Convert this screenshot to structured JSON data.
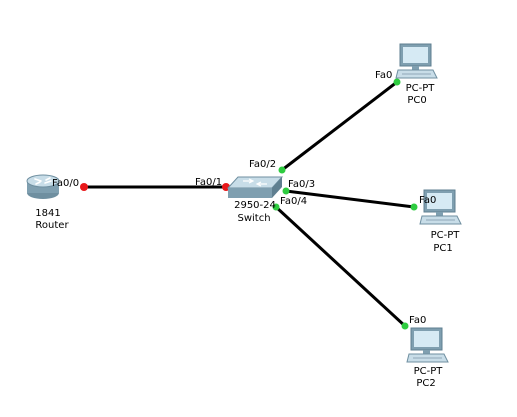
{
  "colors": {
    "link": "#000000",
    "port_up": "#2ecc40",
    "port_down": "#e8181a"
  },
  "devices": {
    "router": {
      "model": "1841",
      "name": "Router",
      "icon": "router-icon"
    },
    "switch": {
      "model": "2950-24",
      "name": "Switch",
      "icon": "switch-icon"
    },
    "pc0": {
      "model": "PC-PT",
      "name": "PC0",
      "icon": "pc-icon"
    },
    "pc1": {
      "model": "PC-PT",
      "name": "PC1",
      "icon": "pc-icon"
    },
    "pc2": {
      "model": "PC-PT",
      "name": "PC2",
      "icon": "pc-icon"
    }
  },
  "links": {
    "router_switch": {
      "a_port": "Fa0/0",
      "b_port": "Fa0/1",
      "status": "down"
    },
    "switch_pc0": {
      "a_port": "Fa0/2",
      "b_port": "Fa0",
      "status": "up"
    },
    "switch_pc1": {
      "a_port": "Fa0/3",
      "b_port": "Fa0",
      "status": "up"
    },
    "switch_pc2": {
      "a_port": "Fa0/4",
      "b_port": "Fa0",
      "status": "up"
    }
  }
}
